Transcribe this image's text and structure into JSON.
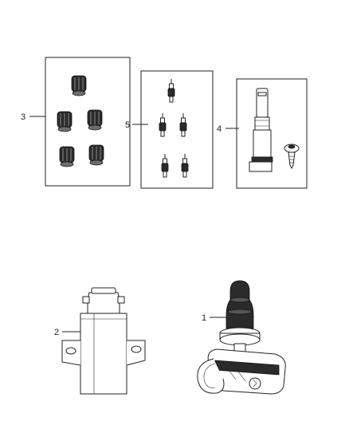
{
  "callouts": {
    "c1": "1",
    "c2": "2",
    "c3": "3",
    "c4": "4",
    "c5": "5"
  },
  "icons": {
    "valve_caps": "valve-cap-icon",
    "valve_cores": "valve-core-icon",
    "install_tool": "tpms-tool-icon",
    "module": "tpms-module-icon",
    "sensor": "tire-pressure-sensor-icon"
  },
  "colors": {
    "line": "#222222",
    "dark_part": "#2b2b2b",
    "background": "#ffffff"
  }
}
